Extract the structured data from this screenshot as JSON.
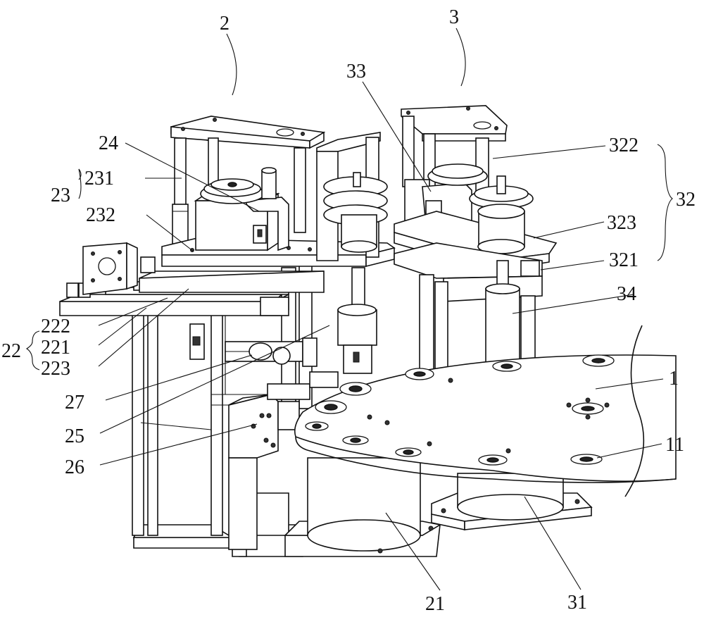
{
  "labels": [
    {
      "id": "lbl-2",
      "text": "2"
    },
    {
      "id": "lbl-3",
      "text": "3"
    },
    {
      "id": "lbl-33",
      "text": "33"
    },
    {
      "id": "lbl-24",
      "text": "24"
    },
    {
      "id": "lbl-231",
      "text": "231"
    },
    {
      "id": "lbl-23",
      "text": "23"
    },
    {
      "id": "lbl-232",
      "text": "232"
    },
    {
      "id": "lbl-322",
      "text": "322"
    },
    {
      "id": "lbl-32",
      "text": "32"
    },
    {
      "id": "lbl-323",
      "text": "323"
    },
    {
      "id": "lbl-321",
      "text": "321"
    },
    {
      "id": "lbl-34",
      "text": "34"
    },
    {
      "id": "lbl-1",
      "text": "1"
    },
    {
      "id": "lbl-11",
      "text": "11"
    },
    {
      "id": "lbl-222",
      "text": "222"
    },
    {
      "id": "lbl-22",
      "text": "22"
    },
    {
      "id": "lbl-221",
      "text": "221"
    },
    {
      "id": "lbl-223",
      "text": "223"
    },
    {
      "id": "lbl-27",
      "text": "27"
    },
    {
      "id": "lbl-25",
      "text": "25"
    },
    {
      "id": "lbl-26",
      "text": "26"
    },
    {
      "id": "lbl-21",
      "text": "21"
    },
    {
      "id": "lbl-31",
      "text": "31"
    }
  ]
}
